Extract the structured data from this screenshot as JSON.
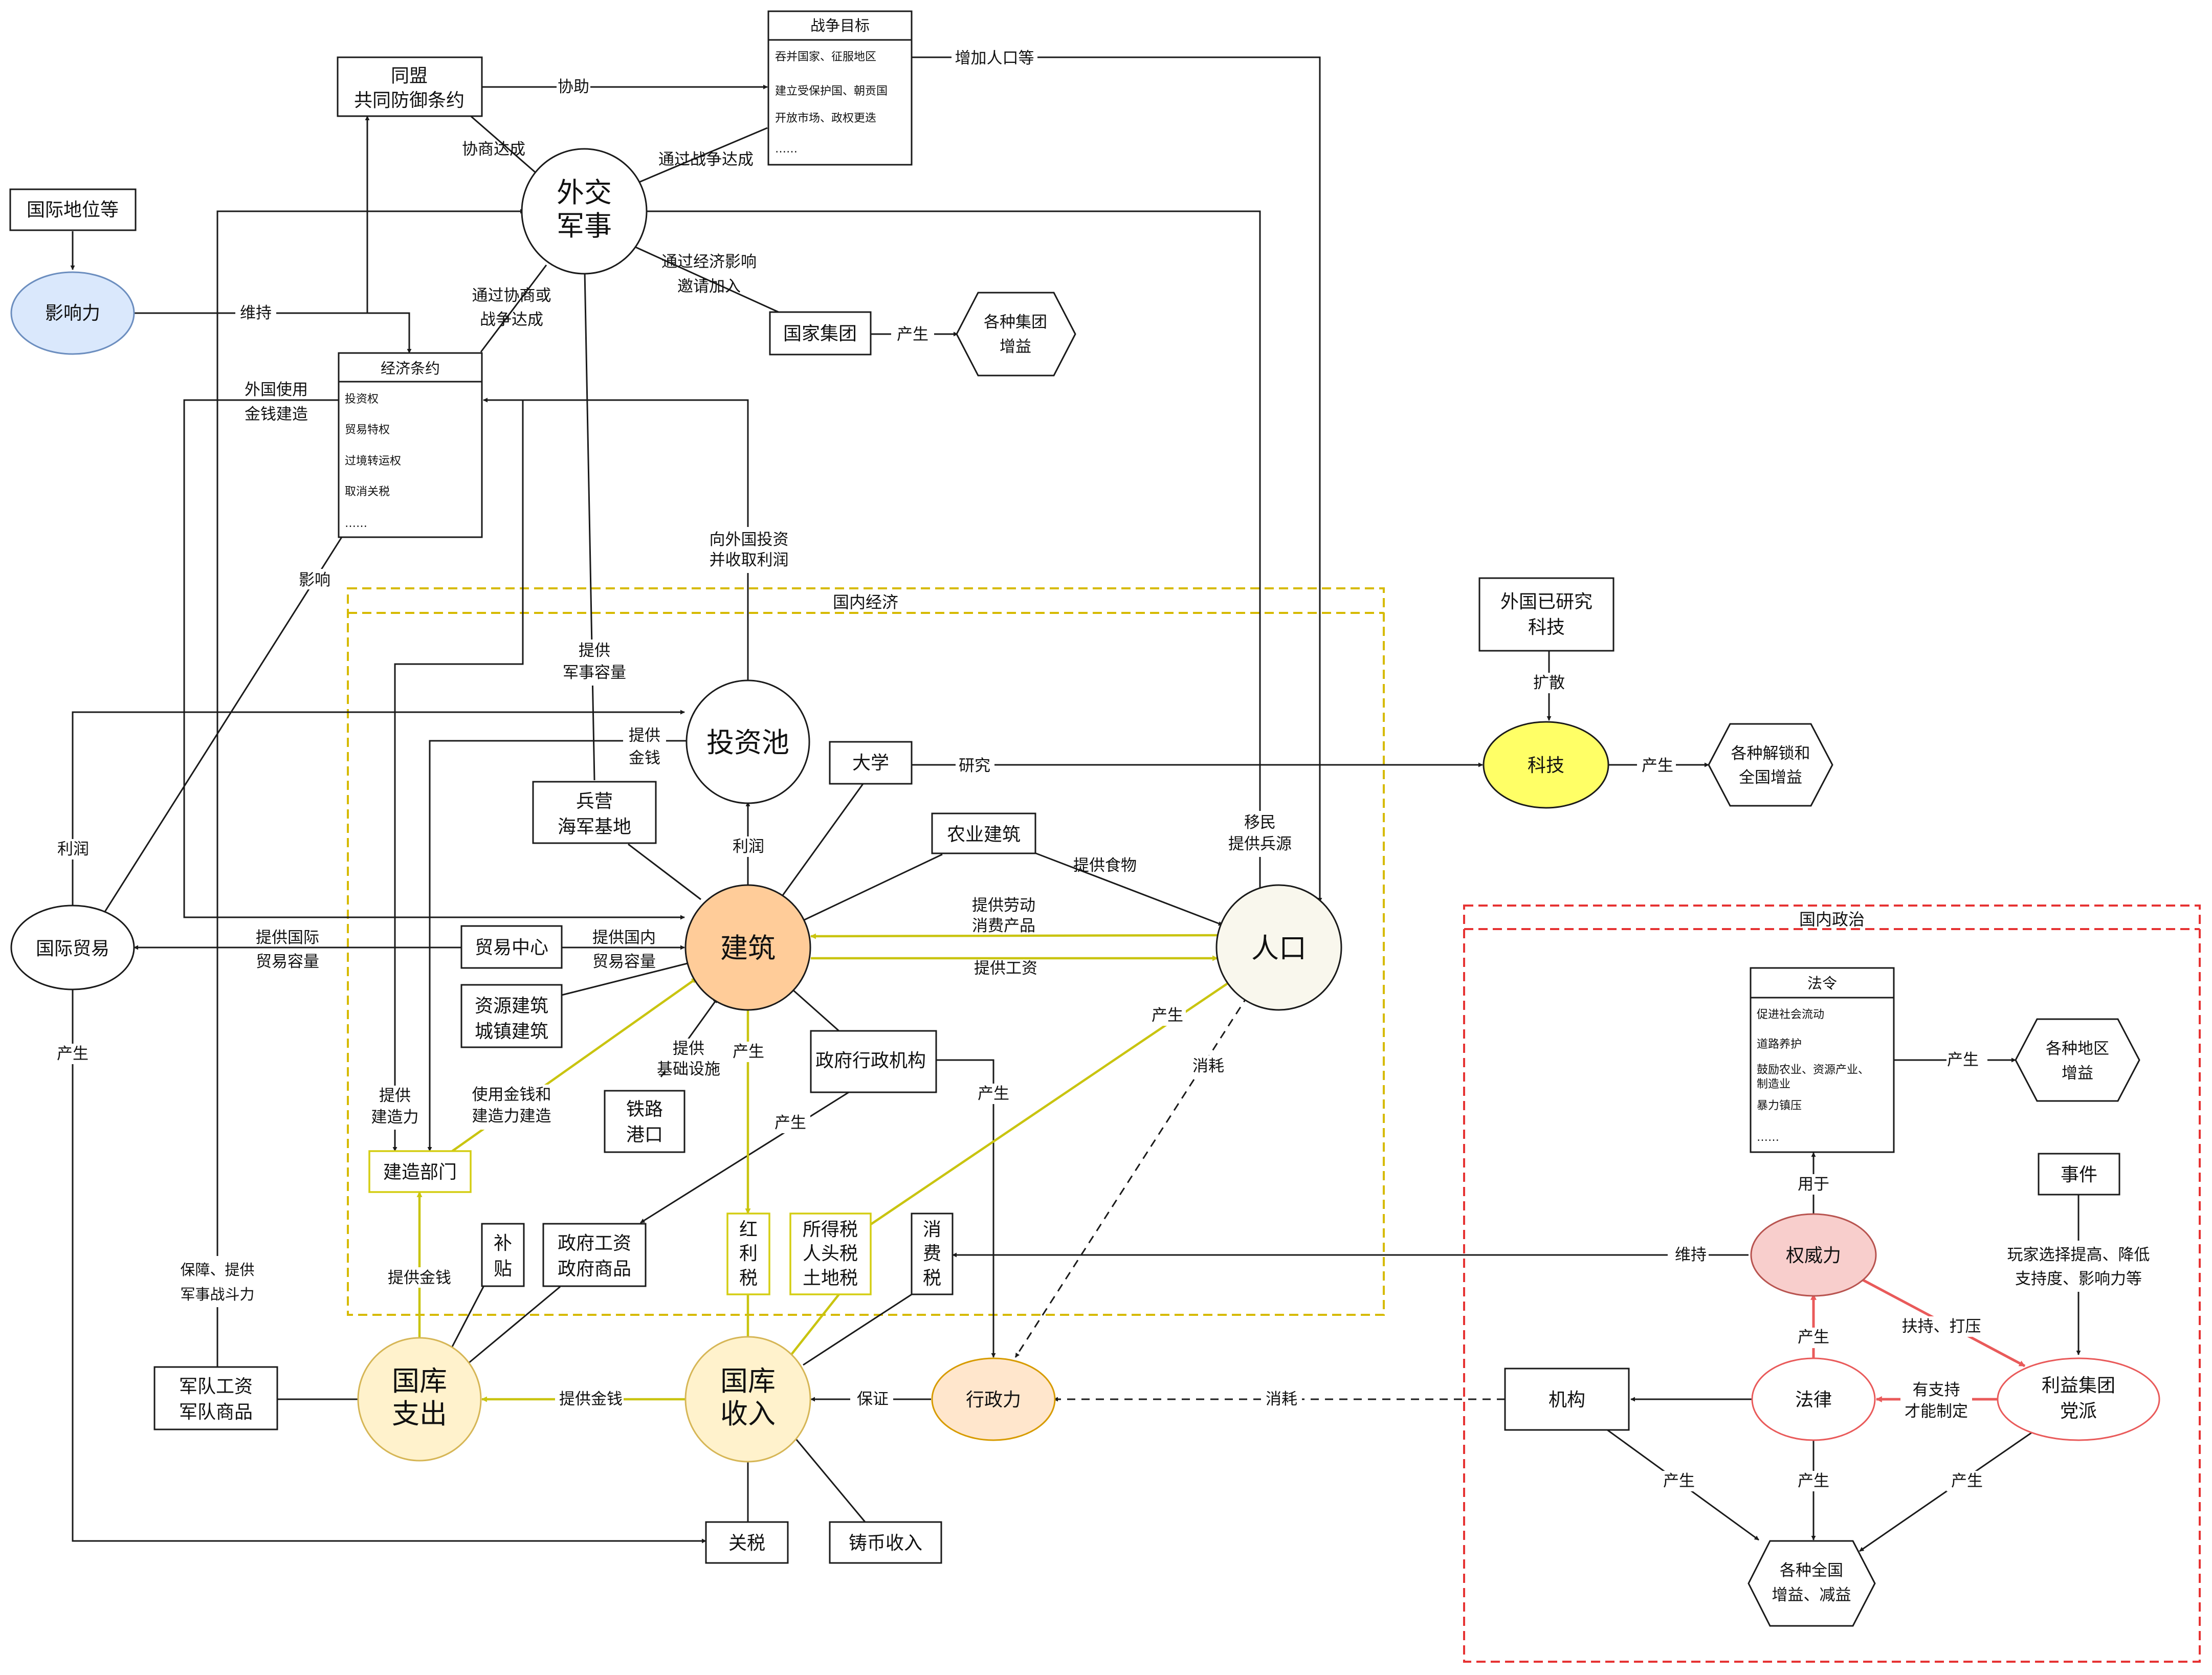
{
  "nodes": {
    "guoji_diwei": "国际地位等",
    "yingxiangli": "影响力",
    "tongmeng": [
      "同盟",
      "共同防御条约"
    ],
    "waijiao": [
      "外交",
      "军事"
    ],
    "zhanzheng": {
      "title": "战争目标",
      "items": [
        "吞并国家、征服地区",
        "建立受保护国、朝贡国",
        "开放市场、政权更迭",
        "……"
      ]
    },
    "jingji_tiaoyue": {
      "title": "经济条约",
      "items": [
        "投资权",
        "贸易特权",
        "过境转运权",
        "取消关税",
        "……"
      ]
    },
    "guojia_jituan": "国家集团",
    "jituan_zengyi": [
      "各种集团",
      "增益"
    ],
    "touzichi": "投资池",
    "daxue": "大学",
    "bingying": [
      "兵营",
      "海军基地"
    ],
    "nongye": "农业建筑",
    "maoyi_zhongxin": "贸易中心",
    "ziyuan": [
      "资源建筑",
      "城镇建筑"
    ],
    "jianzhu": "建筑",
    "renkou": "人口",
    "guoji_maoyi": "国际贸易",
    "zhengfu_jigou": "政府行政机构",
    "tielu": [
      "铁路",
      "港口"
    ],
    "jianzao": "建造部门",
    "butie": [
      "补",
      "贴"
    ],
    "zhengfu_gongzi": [
      "政府工资",
      "政府商品"
    ],
    "hongli": [
      "红",
      "利",
      "税"
    ],
    "suodeshui": [
      "所得税",
      "人头税",
      "土地税"
    ],
    "xiaofeishui": [
      "消",
      "费",
      "税"
    ],
    "jundui": [
      "军队工资",
      "军队商品"
    ],
    "guoku_zhichu": [
      "国库",
      "支出"
    ],
    "guoku_shouru": [
      "国库",
      "收入"
    ],
    "xingzhengli": "行政力",
    "guanshui": "关税",
    "zhubi": "铸币收入",
    "waiguo_keji": [
      "外国已研究",
      "科技"
    ],
    "keji": "科技",
    "jiesuo": [
      "各种解锁和",
      "全国增益"
    ],
    "faling": {
      "title": "法令",
      "items": [
        "促进社会流动",
        "道路养护",
        [
          "鼓励农业、资源产业、",
          "制造业"
        ],
        "暴力镇压",
        "……"
      ]
    },
    "diqu_zengyi": [
      "各种地区",
      "增益"
    ],
    "shijian": "事件",
    "quanweili": "权威力",
    "falv": "法律",
    "jigou": "机构",
    "liyi": [
      "利益集团",
      "党派"
    ],
    "quanguo": [
      "各种全国",
      "增益、减益"
    ]
  },
  "zones": {
    "domestic_economy": "国内经济",
    "domestic_politics": "国内政治"
  },
  "edges": {
    "xiezhu": "协助",
    "zengjia_renkou": "增加人口等",
    "xieshang_dacheng": "协商达成",
    "tongguo_zhanzheng": "通过战争达成",
    "weichi": "维持",
    "tongguo_xieshang": [
      "通过协商或",
      "战争达成"
    ],
    "tongguo_jingji": [
      "通过经济影响",
      "邀请加入"
    ],
    "chansheng": "产生",
    "waiguo_shiyong": [
      "外国使用",
      "金钱建造"
    ],
    "xiang_waiguo": [
      "向外国投资",
      "并收取利润"
    ],
    "yingxiang": "影响",
    "tigong_junshi": [
      "提供",
      "军事容量"
    ],
    "tigong_jinqian": [
      "提供",
      "金钱"
    ],
    "lirun": "利润",
    "yanjiu": "研究",
    "kuosan": "扩散",
    "tigong_shiwu": "提供食物",
    "yimin": [
      "移民",
      "提供兵源"
    ],
    "tigong_laodong": [
      "提供劳动",
      "消费产品"
    ],
    "tigong_gongzi": "提供工资",
    "tigong_guoji": [
      "提供国际",
      "贸易容量"
    ],
    "tigong_guonei": [
      "提供国内",
      "贸易容量"
    ],
    "tigong_jichu": [
      "提供",
      "基础设施"
    ],
    "shiyong_jinqian": [
      "使用金钱和",
      "建造力建造"
    ],
    "tigong_jianzaoli": [
      "提供",
      "建造力"
    ],
    "xiaohao": "消耗",
    "tigong_jinqian2": "提供金钱",
    "baozheng": "保证",
    "baozhang": [
      "保障、提供",
      "军事战斗力"
    ],
    "yongyu": "用于",
    "wanjia": [
      "玩家选择提高、降低",
      "支持度、影响力等"
    ],
    "fuchi": "扶持、打压",
    "youzhichi": [
      "有支持",
      "才能制定"
    ]
  }
}
